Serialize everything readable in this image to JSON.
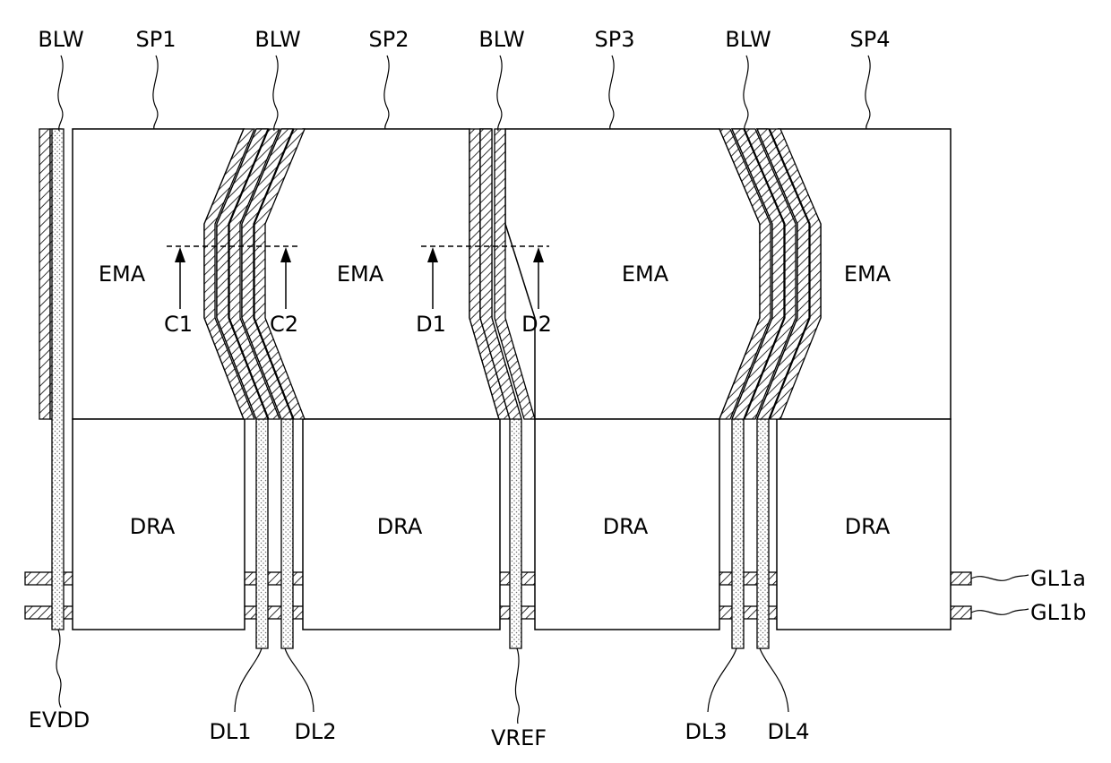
{
  "labels": {
    "top": {
      "blw1": "BLW",
      "sp1": "SP1",
      "blw2": "BLW",
      "sp2": "SP2",
      "blw3": "BLW",
      "sp3": "SP3",
      "blw4": "BLW",
      "sp4": "SP4"
    },
    "regions": {
      "ema1": "EMA",
      "ema2": "EMA",
      "ema3": "EMA",
      "ema4": "EMA",
      "dra1": "DRA",
      "dra2": "DRA",
      "dra3": "DRA",
      "dra4": "DRA"
    },
    "arrows": {
      "c1": "C1",
      "c2": "C2",
      "d1": "D1",
      "d2": "D2"
    },
    "bottom": {
      "evdd": "EVDD",
      "dl1": "DL1",
      "dl2": "DL2",
      "vref": "VREF",
      "dl3": "DL3",
      "dl4": "DL4"
    },
    "right": {
      "gl1a": "GL1a",
      "gl1b": "GL1b"
    }
  },
  "colors": {
    "line": "#000000",
    "dots": "#6e6e6e",
    "background": "#ffffff"
  }
}
